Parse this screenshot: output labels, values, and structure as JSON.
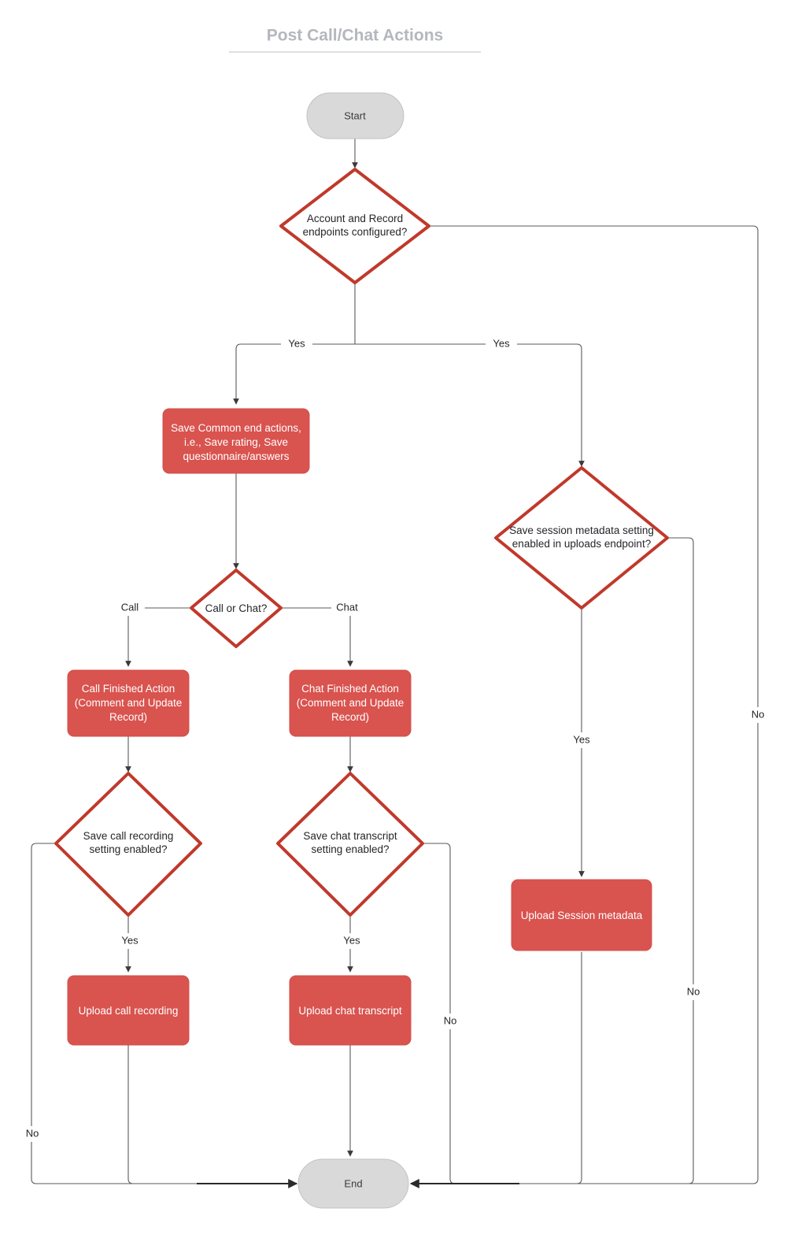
{
  "diagram": {
    "title": "Post Call/Chat Actions",
    "type": "flowchart",
    "colors": {
      "title": "#b4b7bd",
      "terminal_fill": "#d9d9d9",
      "process_fill": "#d9534f",
      "decision_stroke": "#c0392b",
      "edge_stroke": "#59595c",
      "process_text": "#ffffff",
      "node_text": "#26262a",
      "canvas": "#ffffff"
    },
    "nodes": {
      "start": {
        "label": "Start",
        "shape": "terminal"
      },
      "d_endpoints": {
        "shape": "decision",
        "line1": "Account and Record",
        "line2": "endpoints configured?"
      },
      "p_common": {
        "shape": "process",
        "line1": "Save Common end actions,",
        "line2": "i.e., Save rating, Save",
        "line3": "questionnaire/answers"
      },
      "d_callchat": {
        "shape": "decision",
        "line1": "Call or Chat?"
      },
      "p_call_finished": {
        "shape": "process",
        "line1": "Call Finished Action",
        "line2": "(Comment and Update",
        "line3": "Record)"
      },
      "p_chat_finished": {
        "shape": "process",
        "line1": "Chat Finished Action",
        "line2": "(Comment and Update",
        "line3": "Record)"
      },
      "d_call_recording": {
        "shape": "decision",
        "line1": "Save call recording",
        "line2": "setting enabled?"
      },
      "d_chat_transcript": {
        "shape": "decision",
        "line1": "Save chat transcript",
        "line2": "setting enabled?"
      },
      "p_upload_call": {
        "shape": "process",
        "line1": "Upload call recording"
      },
      "p_upload_chat": {
        "shape": "process",
        "line1": "Upload chat transcript"
      },
      "d_session_meta": {
        "shape": "decision",
        "line1": "Save session metadata setting",
        "line2": "enabled in uploads endpoint?"
      },
      "p_upload_session": {
        "shape": "process",
        "line1": "Upload Session metadata"
      },
      "end": {
        "label": "End",
        "shape": "terminal"
      }
    },
    "edge_labels": {
      "endpoints_yes_left": "Yes",
      "endpoints_yes_right": "Yes",
      "endpoints_no": "No",
      "callchat_call": "Call",
      "callchat_chat": "Chat",
      "call_recording_yes": "Yes",
      "call_recording_no": "No",
      "chat_transcript_yes": "Yes",
      "chat_transcript_no": "No",
      "session_meta_yes": "Yes",
      "session_meta_no": "No"
    }
  }
}
